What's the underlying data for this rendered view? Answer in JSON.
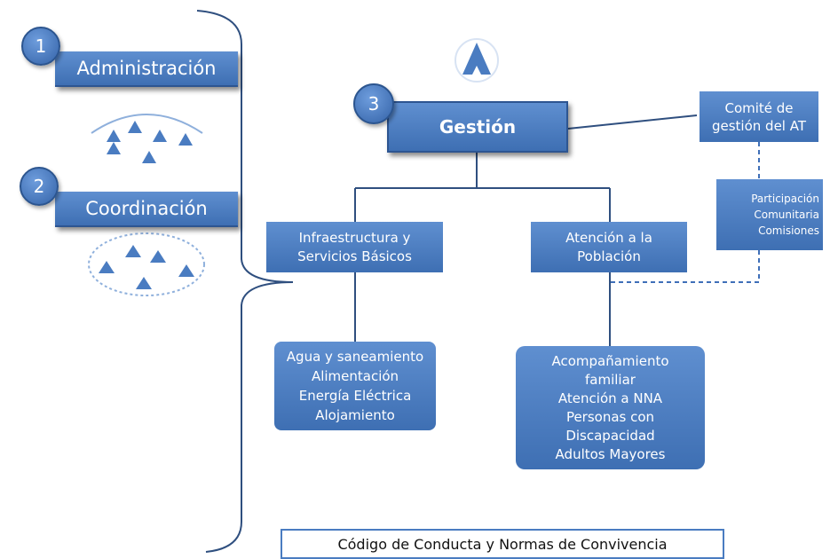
{
  "left": {
    "admin": {
      "number": "1",
      "label": "Administración"
    },
    "coord": {
      "number": "2",
      "label": "Coordinación"
    }
  },
  "gestion": {
    "number": "3",
    "label": "Gestión"
  },
  "comite": [
    "Comité de",
    "gestión del AT"
  ],
  "participacion": [
    "Participación",
    "Comunitaria",
    "Comisiones"
  ],
  "infra": [
    "Infraestructura y",
    "Servicios Básicos"
  ],
  "atencion": [
    "Atención a la",
    "Población"
  ],
  "infra_items": [
    "Agua y saneamiento",
    "Alimentación",
    "Energía Eléctrica",
    "Alojamiento"
  ],
  "atencion_items": [
    "Acompañamiento",
    "familiar",
    "Atención a NNA",
    "Personas con",
    "Discapacidad",
    "Adultos Mayores"
  ],
  "footer": "Código de Conducta y Normas de Convivencia",
  "colors": {
    "box": "#4a7cc1",
    "line": "#2f4f7f",
    "dashed": "#3f6fb8"
  },
  "icons": [
    "tent-icon",
    "tent-group-icon",
    "tent-circle-icon"
  ]
}
